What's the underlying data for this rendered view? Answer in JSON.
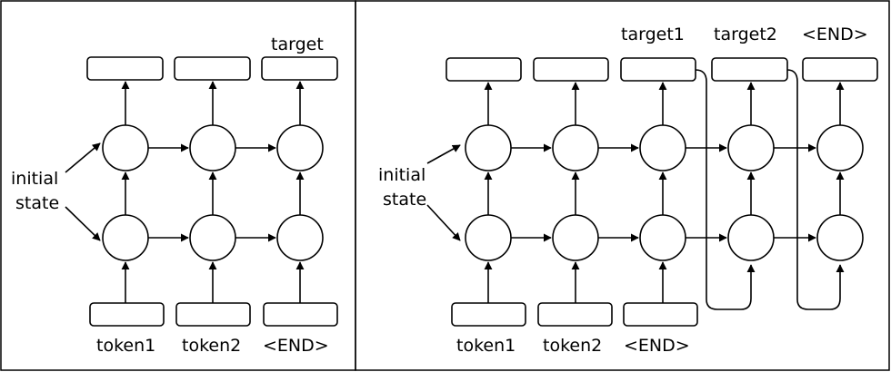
{
  "left_panel": {
    "initial_state_line1": "initial",
    "initial_state_line2": "state",
    "top_labels": [
      "",
      "",
      "target"
    ],
    "bottom_labels": [
      "token1",
      "token2",
      "<END>"
    ]
  },
  "right_panel": {
    "initial_state_line1": "initial",
    "initial_state_line2": "state",
    "top_labels": [
      "",
      "",
      "target1",
      "target2",
      "<END>"
    ],
    "bottom_labels": [
      "token1",
      "token2",
      "<END>"
    ]
  }
}
